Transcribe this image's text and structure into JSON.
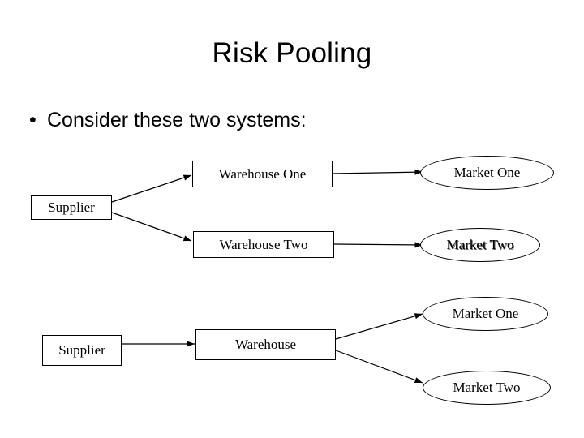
{
  "slide": {
    "title": "Risk Pooling",
    "bullet": {
      "marker": "•",
      "text": "Consider these two systems:"
    }
  },
  "diagram_top": {
    "supplier": "Supplier",
    "warehouse_one": "Warehouse One",
    "warehouse_two": "Warehouse Two",
    "market_one": "Market One",
    "market_two": "Market Two"
  },
  "diagram_bottom": {
    "supplier": "Supplier",
    "warehouse": "Warehouse",
    "market_one": "Market One",
    "market_two": "Market Two"
  },
  "colors": {
    "text": "#000000",
    "background": "#ffffff",
    "stroke": "#000000"
  }
}
